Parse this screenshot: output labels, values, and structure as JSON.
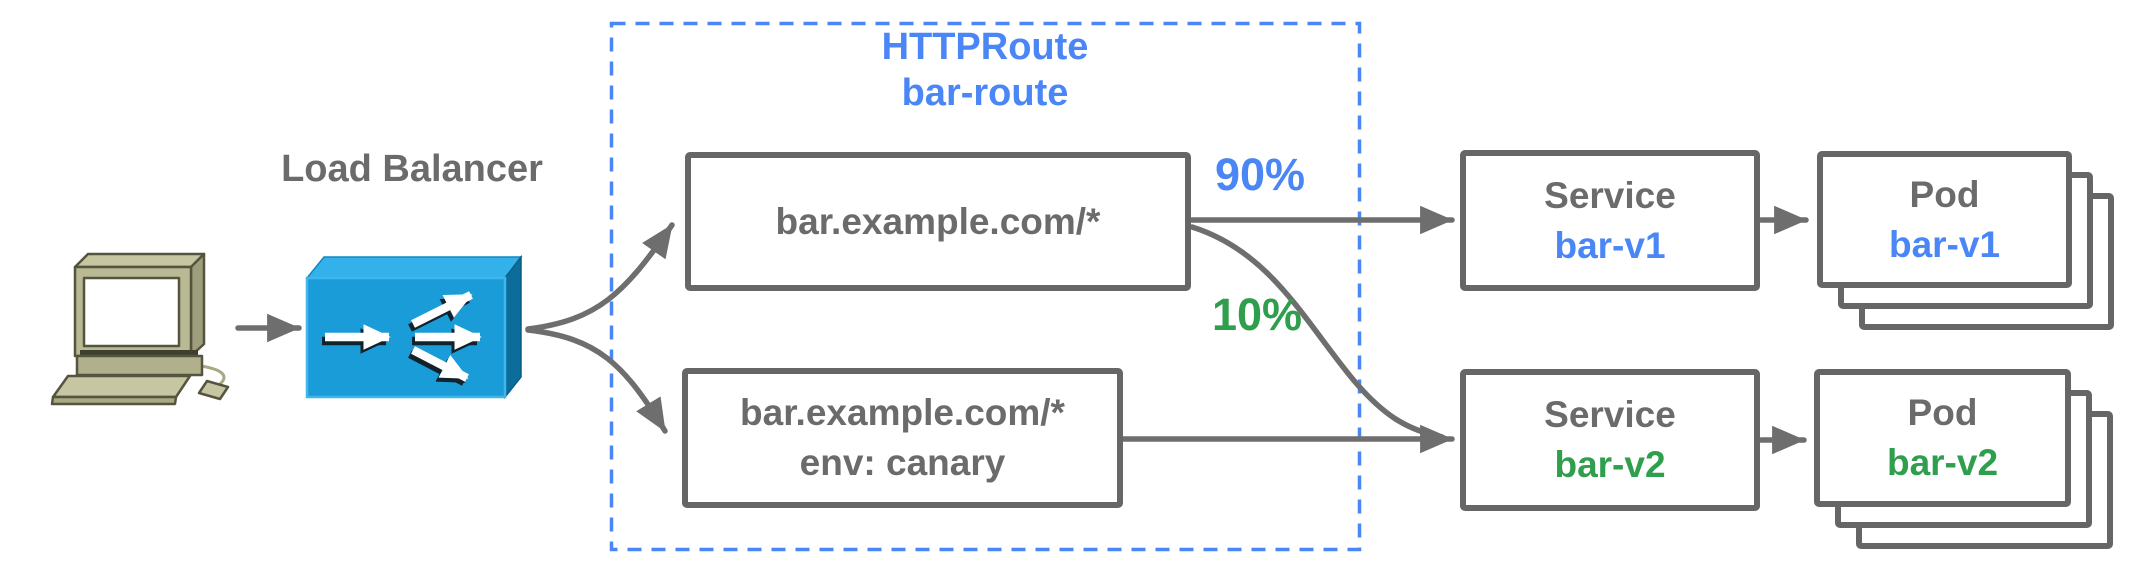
{
  "colors": {
    "accent_blue": "#4a86f5",
    "accent_green": "#2f9e4d",
    "gray_text": "#6b6b6b",
    "border_gray": "#666666",
    "lb_front": "#1a9cd8",
    "lb_top": "#33b1ea",
    "lb_side": "#0c6d9b"
  },
  "icons": {
    "client": "desktop-computer-icon",
    "load_balancer": "load-balancer-3d-arrows-icon"
  },
  "labels": {
    "load_balancer": "Load Balancer",
    "weight_primary": "90%",
    "weight_canary": "10%"
  },
  "httproute": {
    "kind": "HTTPRoute",
    "name": "bar-route",
    "matches": [
      {
        "host": "bar.example.com/*",
        "header": ""
      },
      {
        "host": "bar.example.com/*",
        "header": "env: canary"
      }
    ]
  },
  "services": [
    {
      "kind": "Service",
      "name": "bar-v1"
    },
    {
      "kind": "Service",
      "name": "bar-v2"
    }
  ],
  "pods": [
    {
      "kind": "Pod",
      "name": "bar-v1"
    },
    {
      "kind": "Pod",
      "name": "bar-v2"
    }
  ]
}
